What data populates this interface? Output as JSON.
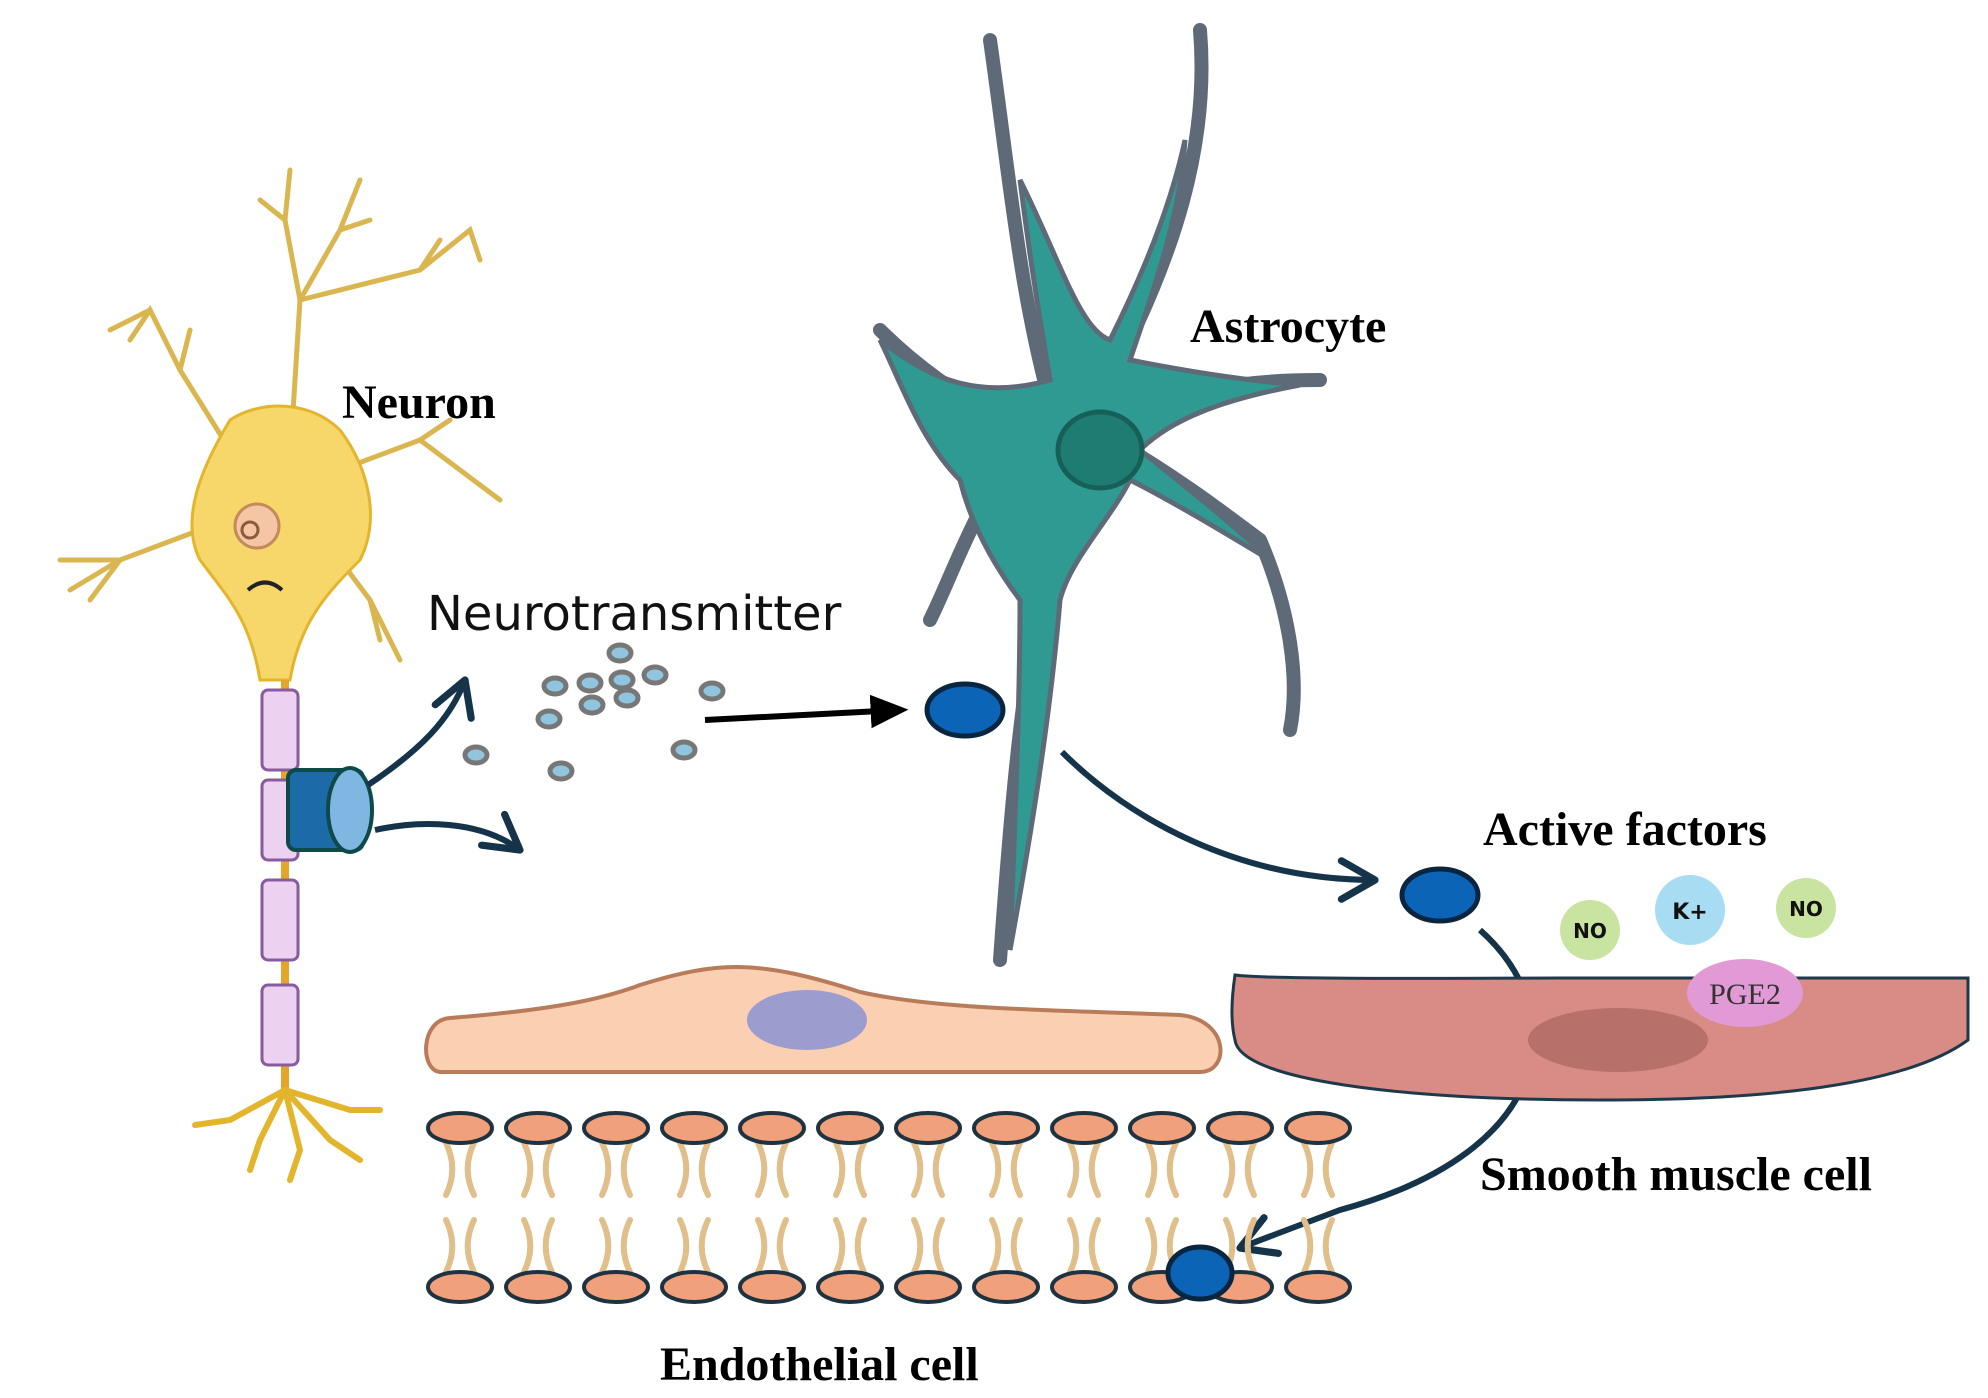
{
  "labels": {
    "neuron": "Neuron",
    "astrocyte": "Astrocyte",
    "neurotransmitter": "Neurotransmitter",
    "active_factors": "Active factors",
    "smooth_muscle_cell": "Smooth muscle cell",
    "endothelial_cell": "Endothelial cell"
  },
  "factors": {
    "no_left": "NO",
    "k_plus": "K+",
    "no_right": "NO",
    "pge2": "PGE2"
  },
  "colors": {
    "neuron": "#f7d66a",
    "neuron_outline": "#e3b52c",
    "astrocyte": "#2f9a92",
    "astrocyte_outline": "#5e6a78",
    "signal_molecule": "#0b64b6",
    "arrow": "#15344a",
    "endothelial_cell": "#fbcfb2",
    "smooth_muscle_cell": "#d98b86",
    "no_circle": "#c9e3a0",
    "k_circle": "#a8dcf3",
    "pge2_ellipse": "#e29ad6",
    "membrane_head": "#f0a07a"
  }
}
